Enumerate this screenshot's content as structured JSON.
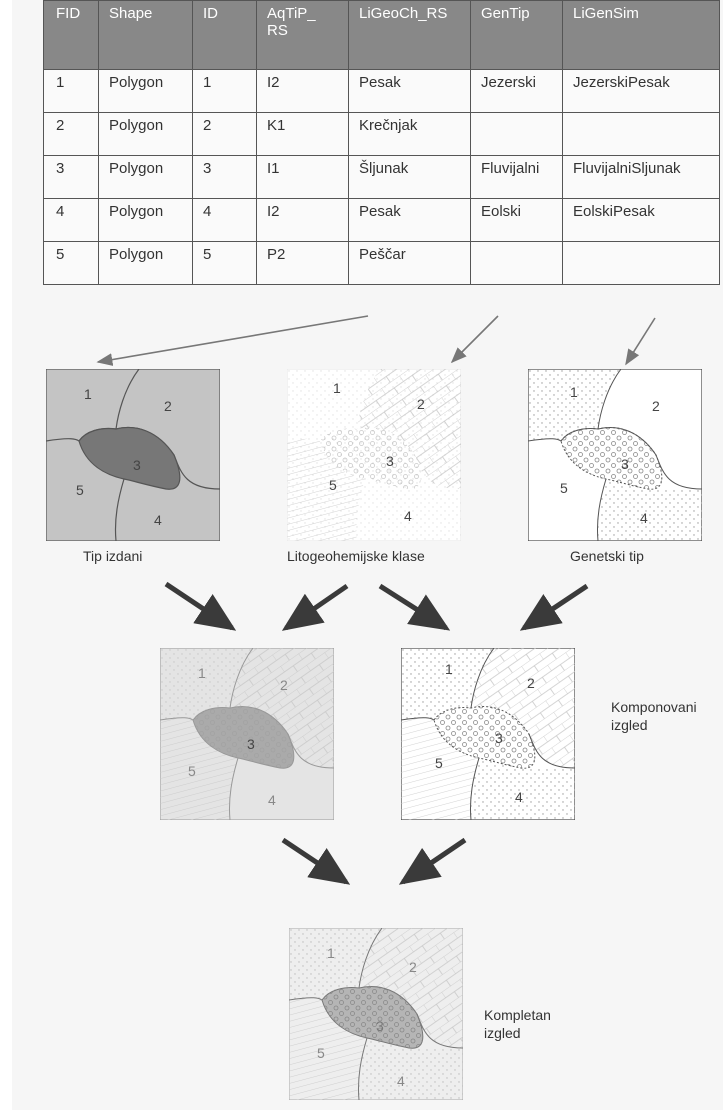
{
  "table": {
    "headers": [
      "FID",
      "Shape",
      "ID",
      "AqTiP_\nRS",
      "LiGeoCh_RS",
      "GenTip",
      "LiGenSim"
    ],
    "rows": [
      [
        "1",
        "Polygon",
        "1",
        "I2",
        "Pesak",
        "Jezerski",
        "JezerskiPesak"
      ],
      [
        "2",
        "Polygon",
        "2",
        "K1",
        "Krečnjak",
        "",
        ""
      ],
      [
        "3",
        "Polygon",
        "3",
        "I1",
        "Šljunak",
        "Fluvijalni",
        "FluvijalniSljunak"
      ],
      [
        "4",
        "Polygon",
        "4",
        "I2",
        "Pesak",
        "Eolski",
        "EolskiPesak"
      ],
      [
        "5",
        "Polygon",
        "5",
        "P2",
        "Peščar",
        "",
        ""
      ]
    ]
  },
  "maps": {
    "tip_izdani": "Tip izdani",
    "lito": "Litogeohemijske klase",
    "genetski": "Genetski tip",
    "komponovani": "Komponovani izgled",
    "kompletan": "Kompletan izgled"
  },
  "region_labels": [
    "1",
    "2",
    "3",
    "4",
    "5"
  ]
}
